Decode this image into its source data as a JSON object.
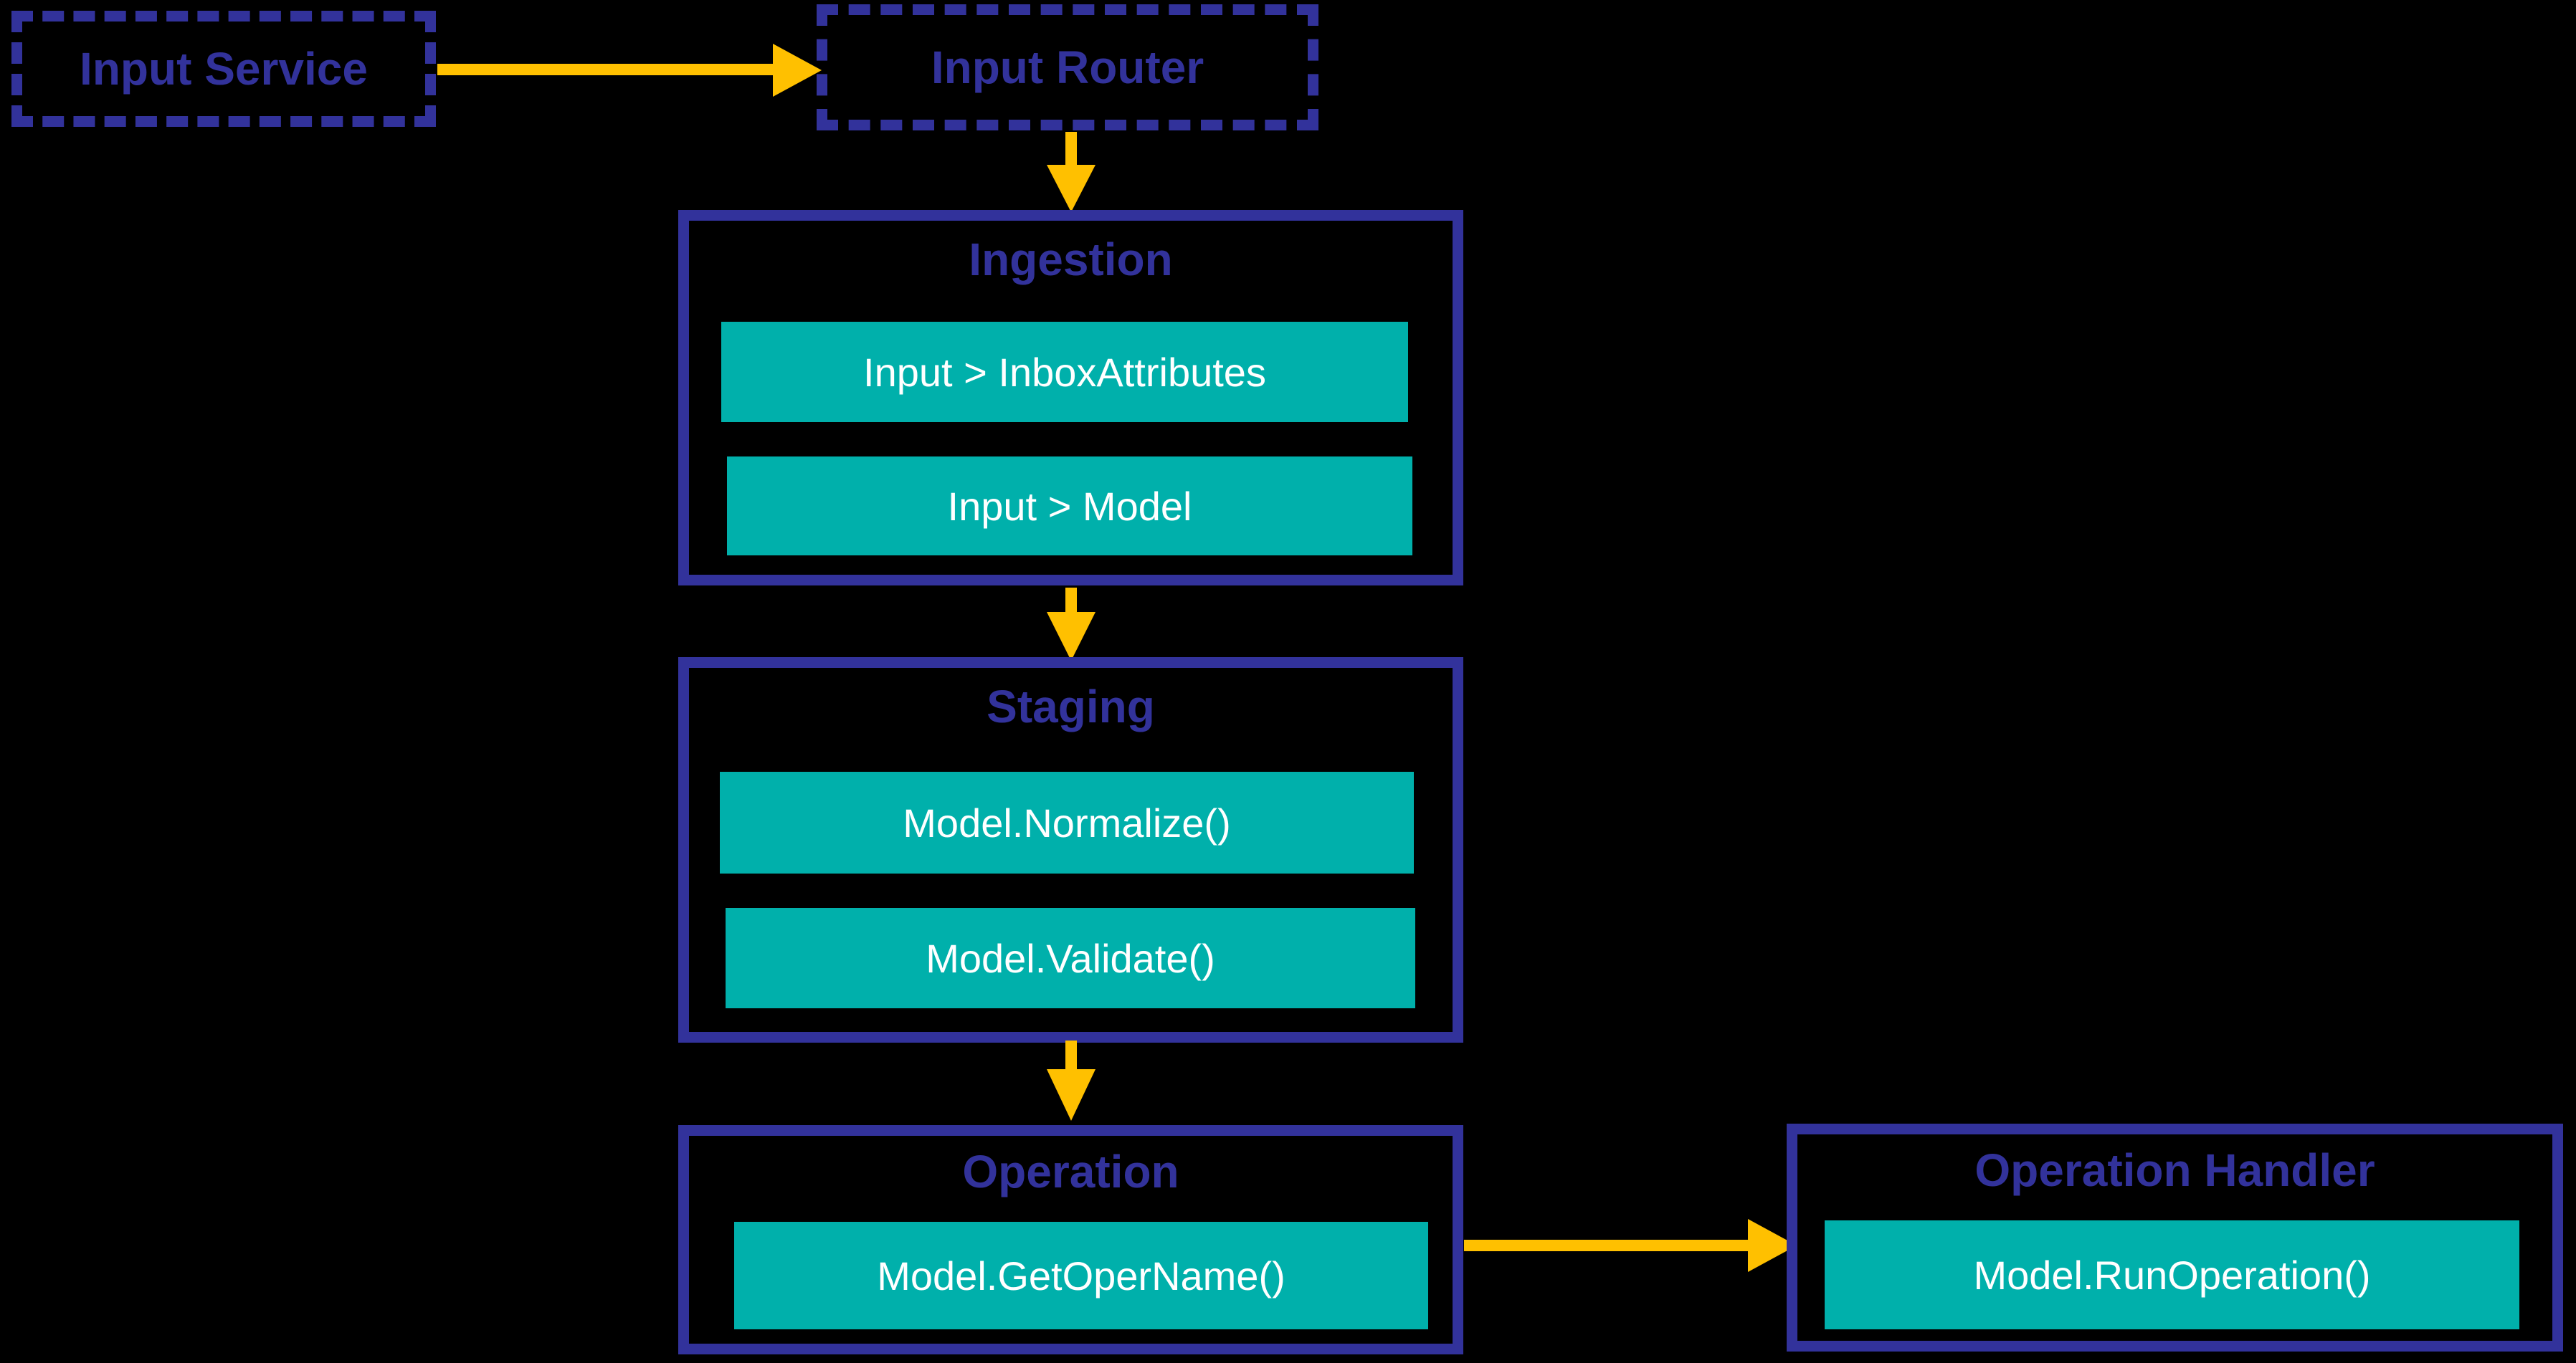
{
  "colors": {
    "navy": "#32329B",
    "teal": "#00B0AB",
    "yellow": "#FFC000",
    "step_text": "#FFFFFF",
    "background": "#000000"
  },
  "nodes": {
    "input_service": {
      "label": "Input Service",
      "border_style": "dashed"
    },
    "input_router": {
      "label": "Input Router",
      "border_style": "dashed"
    },
    "ingestion": {
      "title": "Ingestion",
      "steps": [
        "Input > InboxAttributes",
        "Input > Model"
      ]
    },
    "staging": {
      "title": "Staging",
      "steps": [
        "Model.Normalize()",
        "Model.Validate()"
      ]
    },
    "operation": {
      "title": "Operation",
      "steps": [
        "Model.GetOperName()"
      ]
    },
    "operation_handler": {
      "title": "Operation Handler",
      "steps": [
        "Model.RunOperation()"
      ]
    }
  },
  "flows": [
    {
      "from": "input_service",
      "to": "input_router"
    },
    {
      "from": "input_router",
      "to": "ingestion"
    },
    {
      "from": "ingestion",
      "to": "staging"
    },
    {
      "from": "staging",
      "to": "operation"
    },
    {
      "from": "operation",
      "to": "operation_handler"
    }
  ]
}
